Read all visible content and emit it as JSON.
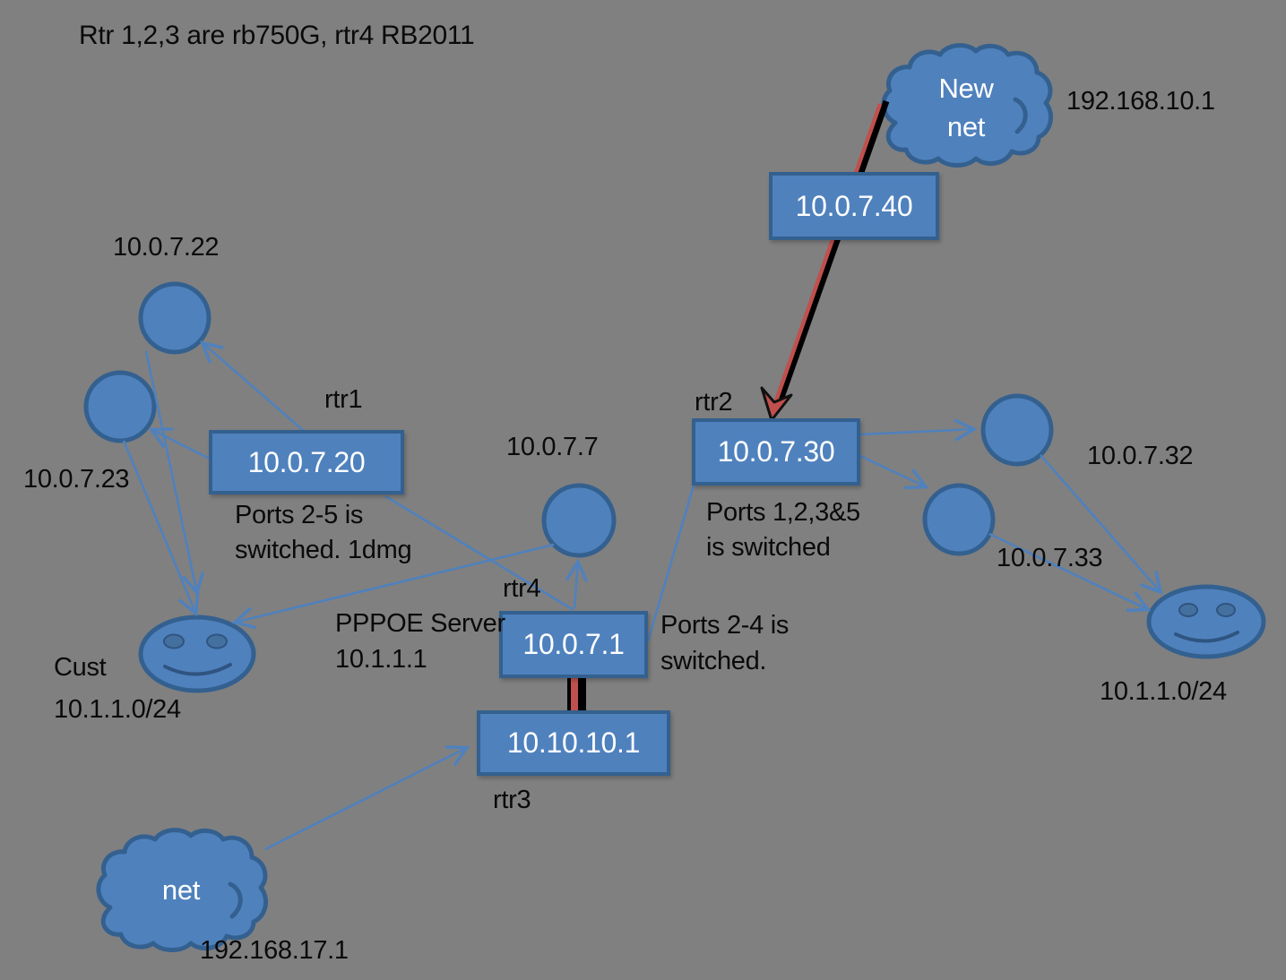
{
  "title": "Rtr 1,2,3 are rb750G, rtr4 RB2011",
  "uplink_cloud": {
    "line1": "New",
    "line2": "net",
    "ip": "192.168.10.1",
    "box_ip": "10.0.7.40"
  },
  "internet_cloud": {
    "label": "net",
    "ip": "192.168.17.1"
  },
  "routers": {
    "rtr1": {
      "name": "rtr1",
      "ip": "10.0.7.20",
      "note1": "Ports 2-5 is",
      "note2": "switched. 1dmg"
    },
    "rtr2": {
      "name": "rtr2",
      "ip": "10.0.7.30",
      "note1": "Ports 1,2,3&5",
      "note2": "is switched"
    },
    "rtr3": {
      "name": "rtr3",
      "ip": "10.10.10.1"
    },
    "rtr4": {
      "name": "rtr4",
      "ip": "10.0.7.1",
      "note1": "Ports 2-4 is",
      "note2": "switched.",
      "pppoe1": "PPPOE Server",
      "pppoe2": "10.1.1.1"
    }
  },
  "access_points": {
    "ap22": "10.0.7.22",
    "ap23": "10.0.7.23",
    "ap7": "10.0.7.7",
    "ap32": "10.0.7.32",
    "ap33": "10.0.7.33"
  },
  "customers": {
    "left_line1": "Cust",
    "left_line2": "10.1.1.0/24",
    "right": "10.1.1.0/24"
  },
  "colors": {
    "background": "#808080",
    "node_fill": "#4f81bd",
    "node_border": "#33608f",
    "connector": "#4f81bd",
    "link_red": "#c0504d",
    "link_black": "#000000"
  }
}
